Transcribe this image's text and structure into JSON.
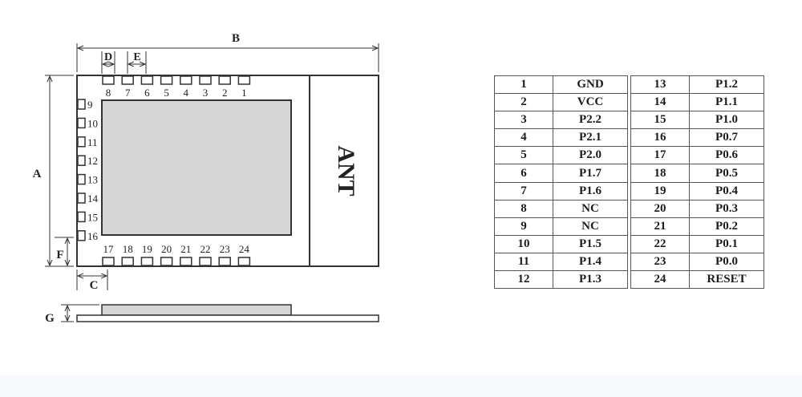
{
  "diagram": {
    "dimension_labels": {
      "A": "A",
      "B": "B",
      "C": "C",
      "D": "D",
      "E": "E",
      "F": "F",
      "G": "G"
    },
    "antenna_label": "ANT",
    "top_pins": [
      "8",
      "7",
      "6",
      "5",
      "4",
      "3",
      "2",
      "1"
    ],
    "left_pins": [
      "9",
      "10",
      "11",
      "12",
      "13",
      "14",
      "15",
      "16"
    ],
    "bottom_pins": [
      "17",
      "18",
      "19",
      "20",
      "21",
      "22",
      "23",
      "24"
    ]
  },
  "pin_table": {
    "rows": [
      {
        "l_num": "1",
        "l_name": "GND",
        "r_num": "13",
        "r_name": "P1.2"
      },
      {
        "l_num": "2",
        "l_name": "VCC",
        "r_num": "14",
        "r_name": "P1.1"
      },
      {
        "l_num": "3",
        "l_name": "P2.2",
        "r_num": "15",
        "r_name": "P1.0"
      },
      {
        "l_num": "4",
        "l_name": "P2.1",
        "r_num": "16",
        "r_name": "P0.7"
      },
      {
        "l_num": "5",
        "l_name": "P2.0",
        "r_num": "17",
        "r_name": "P0.6"
      },
      {
        "l_num": "6",
        "l_name": "P1.7",
        "r_num": "18",
        "r_name": "P0.5"
      },
      {
        "l_num": "7",
        "l_name": "P1.6",
        "r_num": "19",
        "r_name": "P0.4"
      },
      {
        "l_num": "8",
        "l_name": "NC",
        "r_num": "20",
        "r_name": "P0.3"
      },
      {
        "l_num": "9",
        "l_name": "NC",
        "r_num": "21",
        "r_name": "P0.2"
      },
      {
        "l_num": "10",
        "l_name": "P1.5",
        "r_num": "22",
        "r_name": "P0.1"
      },
      {
        "l_num": "11",
        "l_name": "P1.4",
        "r_num": "23",
        "r_name": "P0.0"
      },
      {
        "l_num": "12",
        "l_name": "P1.3",
        "r_num": "24",
        "r_name": "RESET"
      }
    ]
  }
}
